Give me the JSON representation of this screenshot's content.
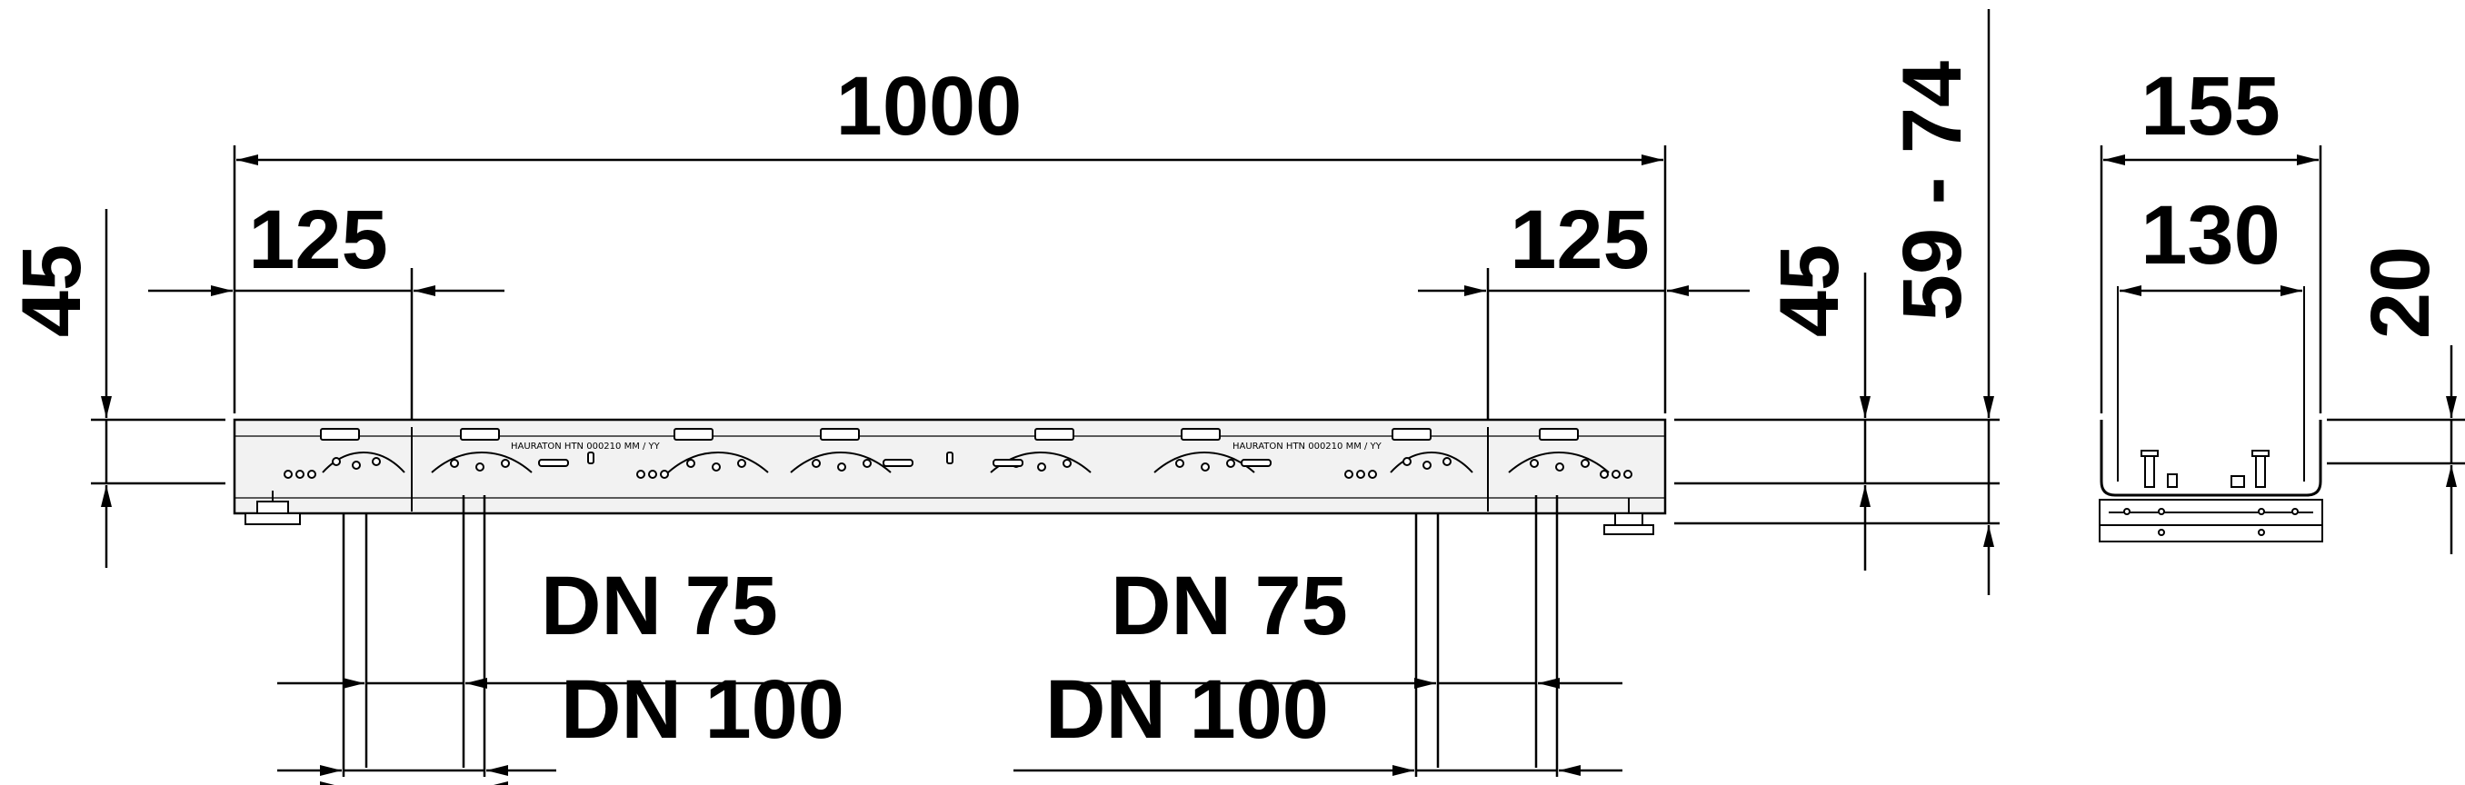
{
  "drawing": {
    "front_view": {
      "overall_length": "1000",
      "left_end_offset": "125",
      "right_end_offset": "125",
      "left_height": "45",
      "right_height": "45",
      "total_height_range": "59 - 74",
      "left_outlet_small": "DN 75",
      "left_outlet_large": "DN 100",
      "right_outlet_small": "DN 75",
      "right_outlet_large": "DN 100",
      "channel_marking_1": "HAURATON  HTN 000210  MM / YY",
      "channel_marking_2": "HAURATON  HTN 000210  MM / YY"
    },
    "section_view": {
      "outer_width": "155",
      "inner_width": "130",
      "rim_height": "20"
    },
    "colors": {
      "line": "#000000",
      "background": "#ffffff",
      "channel_fill": "#f2f2f2"
    }
  }
}
